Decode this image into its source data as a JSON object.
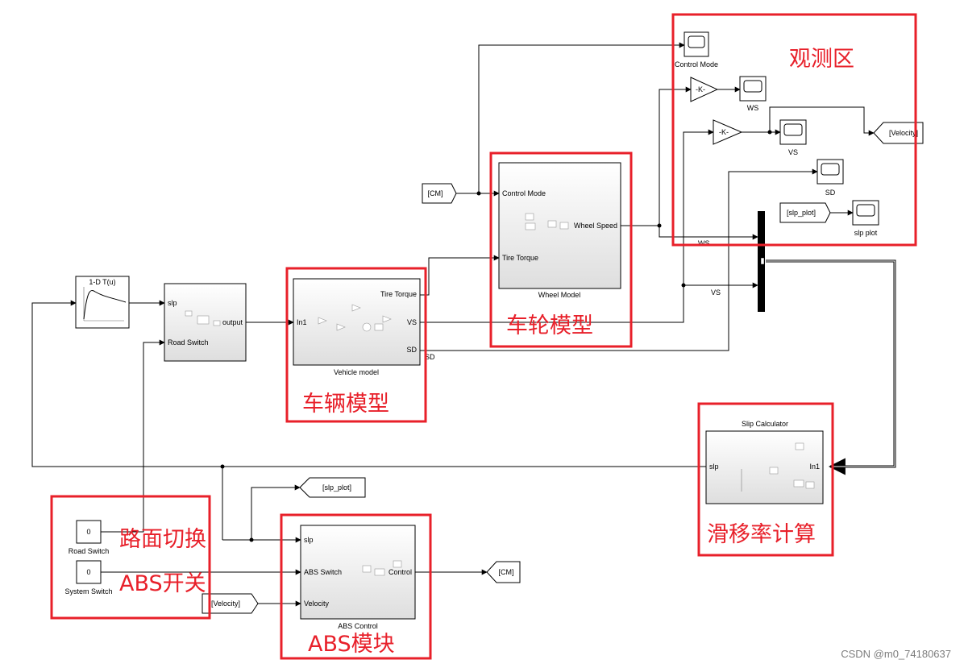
{
  "blocks": {
    "lookup": {
      "title": "1-D T(u)"
    },
    "road_switch_block": {
      "in1": "slp",
      "in2": "Road Switch",
      "out": "output"
    },
    "vehicle_model": {
      "title": "Vehicle model",
      "in1": "In1",
      "out1": "Tire Torque",
      "out2": "VS",
      "out3": "SD"
    },
    "wheel_model": {
      "title": "Wheel Model",
      "in1": "Control Mode",
      "in2": "Tire Torque",
      "out1": "Wheel Speed"
    },
    "slip_calculator": {
      "title": "Slip Calculator",
      "in1": "In1",
      "out1": "slp"
    },
    "abs_control": {
      "title": "ABS Control",
      "in1": "slp",
      "in2": "ABS Switch",
      "in3": "Velocity",
      "out1": "Control"
    },
    "road_switch_const": {
      "value": "0",
      "label": "Road Switch"
    },
    "system_switch_const": {
      "value": "0",
      "label": "System Switch"
    },
    "gain1": {
      "text": "-K-"
    },
    "gain2": {
      "text": "-K-"
    }
  },
  "scopes": {
    "control_mode": "Control Mode",
    "ws": "WS",
    "vs": "VS",
    "sd": "SD",
    "slp_plot": "slp plot"
  },
  "tags": {
    "cm_from": "[CM]",
    "cm_goto": "[CM]",
    "velocity_goto": "[Velocity]",
    "velocity_from": "[Velocity]",
    "slp_plot_goto": "[slp_plot]",
    "slp_plot_from": "[slp_plot]"
  },
  "signals": {
    "ws": "WS",
    "vs": "VS",
    "sd": "SD"
  },
  "annotations": {
    "observation": "观测区",
    "wheel_model": "车轮模型",
    "vehicle_model": "车辆模型",
    "slip_calc": "滑移率计算",
    "road_switch": "路面切换",
    "abs_switch": "ABS开关",
    "abs_module": "ABS模块"
  },
  "watermark": "CSDN @m0_74180637",
  "colors": {
    "annotation": "#e8202a",
    "wire": "#000000",
    "block_fill_top": "#ffffff",
    "block_fill_bottom": "#e0e0e0"
  }
}
